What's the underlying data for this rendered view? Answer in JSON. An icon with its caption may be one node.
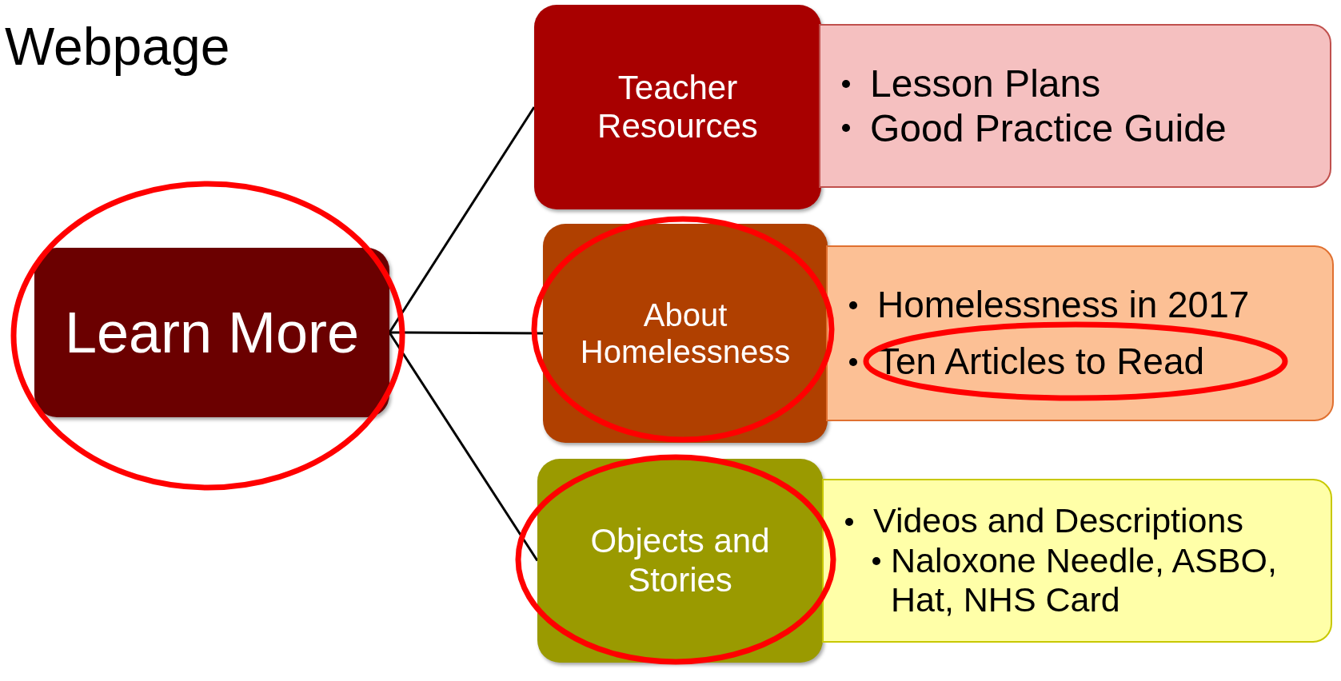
{
  "diagram": {
    "title": "Webpage",
    "nodes": [
      {
        "text": [
          "Learn More"
        ]
      },
      {
        "text": [
          "Teacher Resources"
        ]
      },
      {
        "text": [
          "Lesson Plans",
          "Good Practice Guide"
        ]
      },
      {
        "text": [
          "About Homelessness"
        ]
      },
      {
        "text": [
          "Homelessness in 2017",
          "Ten Articles to Read"
        ]
      },
      {
        "text": [
          "Objects and Stories"
        ]
      },
      {
        "text": [
          "Videos and Descriptions",
          "Naloxone Needle, ASBO, Hat, NHS Card"
        ]
      }
    ],
    "edges": [
      {
        "from": 0,
        "to": 1,
        "arrow": "none"
      },
      {
        "from": 0,
        "to": 3,
        "arrow": "none"
      },
      {
        "from": 0,
        "to": 5,
        "arrow": "none"
      }
    ]
  }
}
